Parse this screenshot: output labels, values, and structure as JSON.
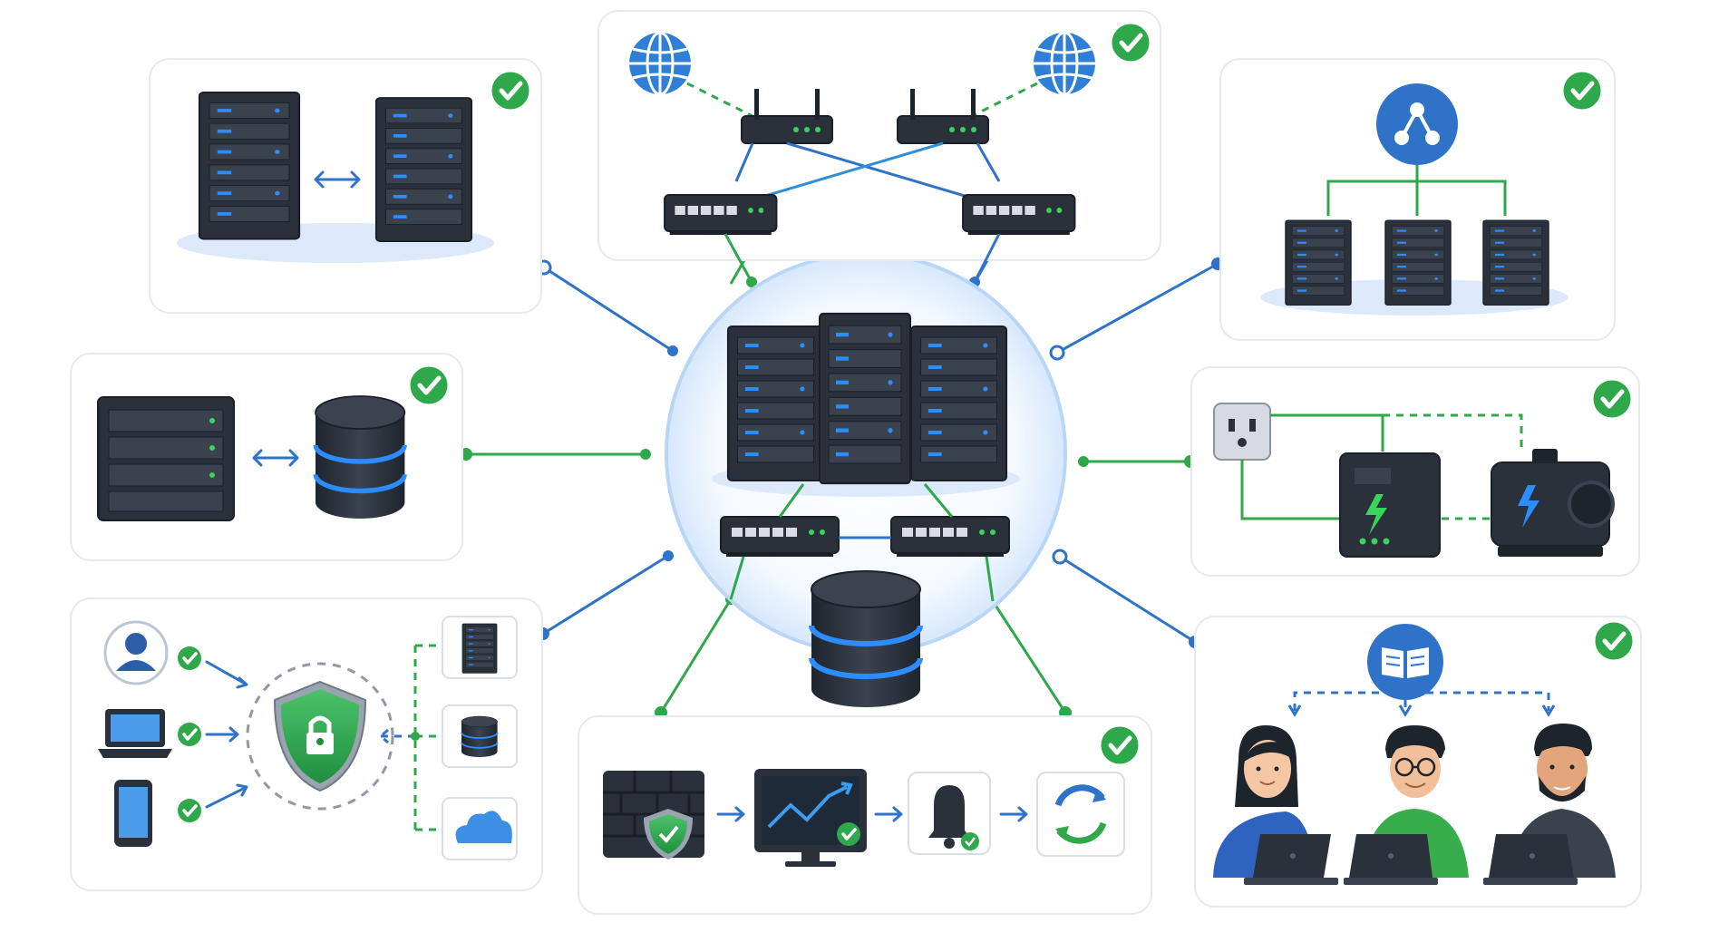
{
  "colors": {
    "accent_blue": "#2f73c9",
    "accent_green": "#2ea84a",
    "check_green": "#2ea84a",
    "server_dark": "#2a313b",
    "hub_glow": "#cfe3fb"
  },
  "diagram": {
    "hub": {
      "icons": [
        "server-rack-icon",
        "network-switch-icon",
        "database-icon"
      ]
    },
    "panels": [
      {
        "id": "server-replication",
        "icons": [
          "server-rack-icon",
          "bidirectional-arrow-icon",
          "checkmark-icon"
        ],
        "status": "ok"
      },
      {
        "id": "redundant-network",
        "icons": [
          "globe-icon",
          "wireless-router-icon",
          "network-switch-icon",
          "checkmark-icon"
        ],
        "status": "ok"
      },
      {
        "id": "load-balancing",
        "icons": [
          "hierarchy-icon",
          "server-rack-icon",
          "checkmark-icon"
        ],
        "status": "ok"
      },
      {
        "id": "database-sync",
        "icons": [
          "server-box-icon",
          "database-icon",
          "checkmark-icon"
        ],
        "status": "ok"
      },
      {
        "id": "power-backup",
        "icons": [
          "power-outlet-icon",
          "ups-battery-icon",
          "generator-icon",
          "checkmark-icon"
        ],
        "status": "ok"
      },
      {
        "id": "access-security",
        "icons": [
          "user-icon",
          "laptop-icon",
          "phone-icon",
          "shield-lock-icon",
          "server-rack-icon",
          "database-icon",
          "cloud-icon"
        ],
        "status": "ok"
      },
      {
        "id": "monitoring-pipeline",
        "icons": [
          "firewall-icon",
          "monitor-chart-icon",
          "bell-icon",
          "refresh-icon",
          "checkmark-icon"
        ],
        "status": "ok"
      },
      {
        "id": "team-training",
        "icons": [
          "book-icon",
          "person-icon",
          "laptop-icon",
          "checkmark-icon"
        ],
        "status": "ok"
      }
    ]
  }
}
